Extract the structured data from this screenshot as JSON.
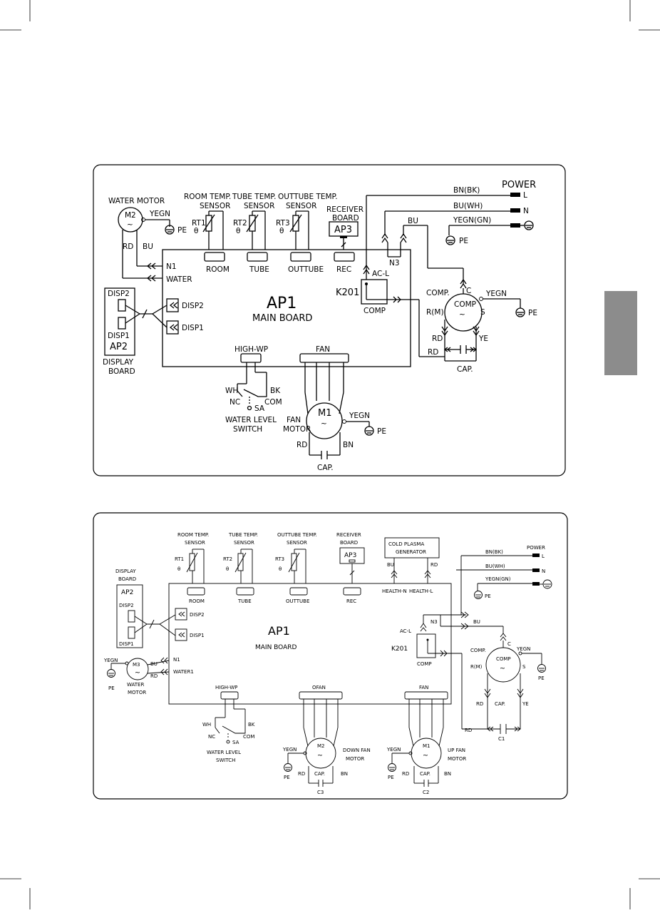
{
  "diagram1": {
    "water_motor": {
      "caption": "WATER MOTOR",
      "id": "M2",
      "earth": "YEGN",
      "pe": "PE",
      "wire_left": "RD",
      "wire_right": "BU"
    },
    "sensors": {
      "room": {
        "caption1": "ROOM TEMP.",
        "caption2": "SENSOR",
        "id": "RT1",
        "port": "ROOM"
      },
      "tube": {
        "caption1": "TUBE TEMP.",
        "caption2": "SENSOR",
        "id": "RT2",
        "port": "TUBE"
      },
      "outtube": {
        "caption1": "OUTTUBE TEMP.",
        "caption2": "SENSOR",
        "id": "RT3",
        "port": "OUTTUBE"
      },
      "theta": "θ"
    },
    "receiver": {
      "caption1": "RECEIVER",
      "caption2": "BOARD",
      "id": "AP3",
      "port": "REC"
    },
    "power": {
      "title": "POWER",
      "l": "L",
      "n": "N",
      "wire_l": "BN(BK)",
      "wire_n": "BU(WH)",
      "wire_e": "YEGN(GN)",
      "pe": "PE",
      "bu": "BU"
    },
    "main_board": {
      "id": "AP1",
      "caption": "MAIN BOARD",
      "n1": "N1",
      "water": "WATER",
      "disp2": "DISP2",
      "disp1": "DISP1",
      "n3": "N3",
      "acl": "AC-L",
      "k201": "K201",
      "comp": "COMP"
    },
    "display_board": {
      "id": "AP2",
      "disp2": "DISP2",
      "disp1": "DISP1",
      "caption1": "DISPLAY",
      "caption2": "BOARD"
    },
    "compressor": {
      "label": "COMP.",
      "id": "COMP",
      "c": "C",
      "rm": "R(M)",
      "s": "S",
      "rd": "RD",
      "ye": "YE",
      "earth": "YEGN",
      "pe": "PE",
      "rd2": "RD",
      "cap": "CAP."
    },
    "high_wp": {
      "port": "HIGH-WP",
      "wh": "WH",
      "bk": "BK",
      "nc": "NC",
      "com": "COM",
      "sa": "SA",
      "caption1": "WATER LEVEL",
      "caption2": "SWITCH"
    },
    "fan": {
      "port": "FAN",
      "id": "M1",
      "earth": "YEGN",
      "pe": "PE",
      "caption1": "FAN",
      "caption2": "MOTOR",
      "rd": "RD",
      "bn": "BN",
      "cap": "CAP."
    }
  },
  "diagram2": {
    "sensors": {
      "room": {
        "caption1": "ROOM TEMP.",
        "caption2": "SENSOR",
        "id": "RT1",
        "port": "ROOM"
      },
      "tube": {
        "caption1": "TUBE TEMP.",
        "caption2": "SENSOR",
        "id": "RT2",
        "port": "TUBE"
      },
      "outtube": {
        "caption1": "OUTTUBE TEMP.",
        "caption2": "SENSOR",
        "id": "RT3",
        "port": "OUTTUBE"
      },
      "theta": "θ"
    },
    "receiver": {
      "caption1": "RECEIVER",
      "caption2": "BOARD",
      "id": "AP3",
      "port": "REC"
    },
    "plasma": {
      "caption1": "COLD PLASMA",
      "caption2": "GENERATOR",
      "bu": "BU",
      "rd": "RD",
      "health_n": "HEALTH-N",
      "health_l": "HEALTH-L"
    },
    "power": {
      "title": "POWER",
      "l": "L",
      "n": "N",
      "wire_l": "BN(BK)",
      "wire_n": "BU(WH)",
      "wire_e": "YEGN(GN)",
      "pe": "PE",
      "bu": "BU"
    },
    "display_board": {
      "caption1": "DISPLAY",
      "caption2": "BOARD",
      "id": "AP2",
      "disp2": "DISP2",
      "disp1": "DISP1"
    },
    "main_board": {
      "id": "AP1",
      "caption": "MAIN BOARD",
      "disp2": "DISP2",
      "disp1": "DISP1",
      "n1": "N1",
      "water1": "WATER1",
      "n3": "N3",
      "acl": "AC-L",
      "k201": "K201",
      "comp": "COMP"
    },
    "water_motor": {
      "earth": "YEGN",
      "id": "M3",
      "bu": "BU",
      "rd": "RD",
      "pe": "PE",
      "caption1": "WATER",
      "caption2": "MOTOR"
    },
    "high_wp": {
      "port": "HIGH-WP",
      "wh": "WH",
      "bk": "BK",
      "nc": "NC",
      "com": "COM",
      "sa": "SA",
      "caption1": "WATER LEVEL",
      "caption2": "SWITCH"
    },
    "ofan": {
      "port": "OFAN",
      "id": "M2",
      "earth": "YEGN",
      "pe": "PE",
      "caption1": "DOWN FAN",
      "caption2": "MOTOR",
      "rd": "RD",
      "bn": "BN",
      "cap": "CAP.",
      "c": "C3"
    },
    "fan": {
      "port": "FAN",
      "id": "M1",
      "earth": "YEGN",
      "pe": "PE",
      "caption1": "UP FAN",
      "caption2": "MOTOR",
      "rd": "RD",
      "bn": "BN",
      "cap": "CAP.",
      "c": "C2"
    },
    "compressor": {
      "label": "COMP.",
      "id": "COMP",
      "c": "C",
      "earth": "YEGN",
      "rm": "R(M)",
      "s": "S",
      "pe": "PE",
      "rd": "RD",
      "cap": "CAP.",
      "ye": "YE",
      "rd2": "RD",
      "c1": "C1"
    }
  }
}
